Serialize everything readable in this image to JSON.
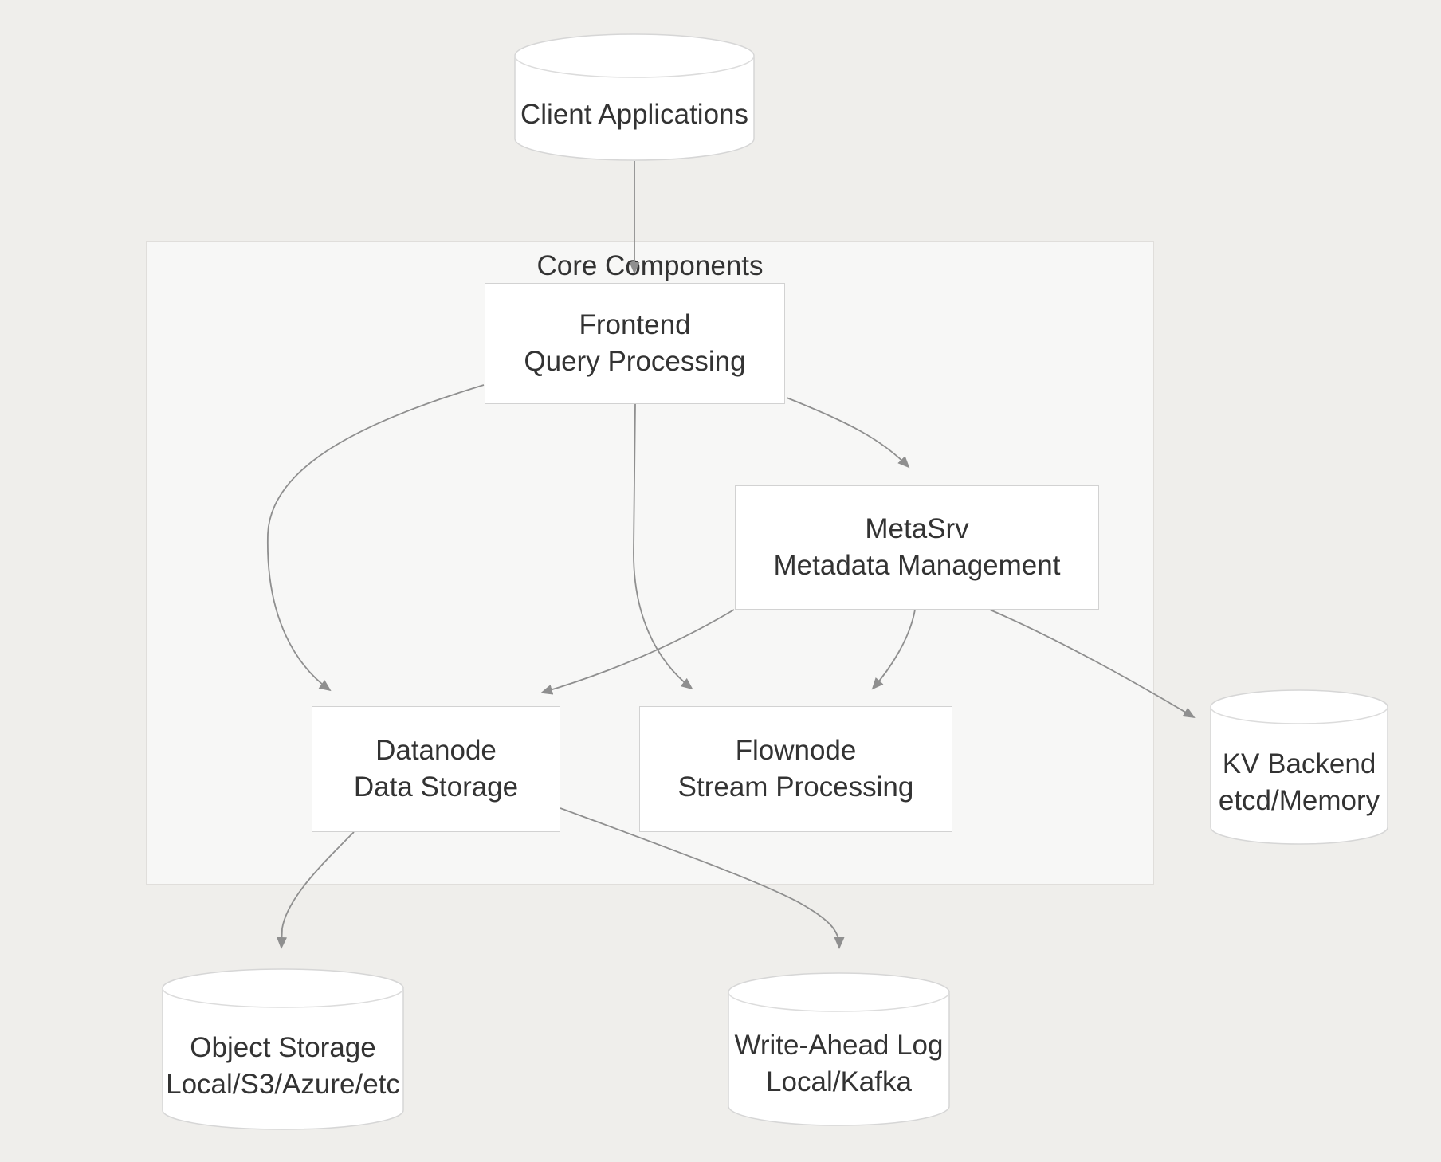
{
  "diagram": {
    "type": "flowchart",
    "container": {
      "label": "Core Components"
    },
    "nodes": {
      "client": {
        "shape": "cylinder",
        "lines": [
          "Client Applications"
        ]
      },
      "frontend": {
        "shape": "rect",
        "lines": [
          "Frontend",
          "Query Processing"
        ]
      },
      "metasrv": {
        "shape": "rect",
        "lines": [
          "MetaSrv",
          "Metadata Management"
        ]
      },
      "datanode": {
        "shape": "rect",
        "lines": [
          "Datanode",
          "Data Storage"
        ]
      },
      "flownode": {
        "shape": "rect",
        "lines": [
          "Flownode",
          "Stream Processing"
        ]
      },
      "kv_backend": {
        "shape": "cylinder",
        "lines": [
          "KV Backend",
          "etcd/Memory"
        ]
      },
      "object_storage": {
        "shape": "cylinder",
        "lines": [
          "Object Storage",
          "Local/S3/Azure/etc"
        ]
      },
      "write_ahead_log": {
        "shape": "cylinder",
        "lines": [
          "Write-Ahead Log",
          "Local/Kafka"
        ]
      }
    },
    "edges": [
      {
        "from": "client",
        "to": "frontend"
      },
      {
        "from": "frontend",
        "to": "datanode"
      },
      {
        "from": "frontend",
        "to": "flownode"
      },
      {
        "from": "frontend",
        "to": "metasrv"
      },
      {
        "from": "metasrv",
        "to": "datanode"
      },
      {
        "from": "metasrv",
        "to": "flownode"
      },
      {
        "from": "metasrv",
        "to": "kv_backend"
      },
      {
        "from": "datanode",
        "to": "object_storage"
      },
      {
        "from": "datanode",
        "to": "write_ahead_log"
      }
    ],
    "colors": {
      "page_background": "#efeeeb",
      "subgraph_fill": "#f7f7f6",
      "subgraph_border": "#e0dedb",
      "node_fill": "#ffffff",
      "node_border": "#d2d2d2",
      "edge": "#8f8f8f",
      "text": "#333333"
    }
  }
}
